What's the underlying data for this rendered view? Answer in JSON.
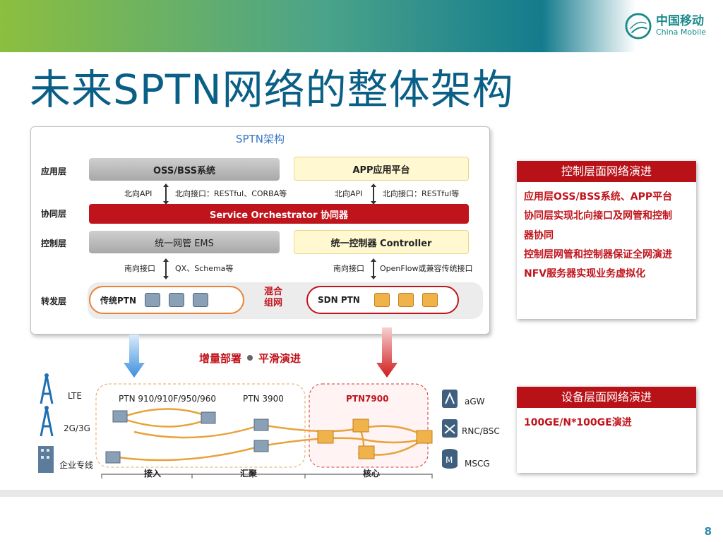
{
  "brand": {
    "cn": "中国移动",
    "en": "China Mobile"
  },
  "title": "未来SPTN网络的整体架构",
  "arch": {
    "title": "SPTN架构",
    "layers": {
      "app": "应用层",
      "coord": "协同层",
      "control": "控制层",
      "forward": "转发层"
    },
    "oss": "OSS/BSS系统",
    "app_platform": "APP应用平台",
    "north_left_api": "北向API",
    "north_left_iface": "北向接口：RESTful、CORBA等",
    "north_right_api": "北向API",
    "north_right_iface": "北向接口：RESTful等",
    "orchestrator": "Service Orchestrator  协同器",
    "ems": "统一网管 EMS",
    "controller": "统一控制器 Controller",
    "south_left_api": "南向接口",
    "south_left_iface": "QX、Schema等",
    "south_right_api": "南向接口",
    "south_right_iface": "OpenFlow或兼容传统接口",
    "legacy_ptn": "传统PTN",
    "mixed": "混合",
    "mixed2": "组网",
    "sdn_ptn": "SDN PTN"
  },
  "control_panel": {
    "title": "控制层面网络演进",
    "lines": [
      "应用层OSS/BSS系统、APP平台",
      "协同层实现北向接口及网管和控制",
      "器协同",
      "控制层网管和控制器保证全网演进",
      "NFV服务器实现业务虚拟化"
    ]
  },
  "device_panel": {
    "title": "设备层面网络演进",
    "lines": [
      "100GE/N*100GE演进"
    ]
  },
  "deploy": {
    "left": "增量部署",
    "right": "平滑演进"
  },
  "network": {
    "lte": "LTE",
    "g23": "2G/3G",
    "enterprise": "企业专线",
    "ptn_access": "PTN 910/910F/950/960",
    "ptn_agg": "PTN 3900",
    "ptn_core": "PTN7900",
    "agw": "aGW",
    "rnc": "RNC/BSC",
    "mscg": "MSCG",
    "access": "接入",
    "aggregation": "汇聚",
    "core": "核心"
  },
  "page_number": "8",
  "colors": {
    "title": "#0a5f86",
    "accent_red": "#c0141c",
    "brand_teal": "#1b8a8a"
  }
}
